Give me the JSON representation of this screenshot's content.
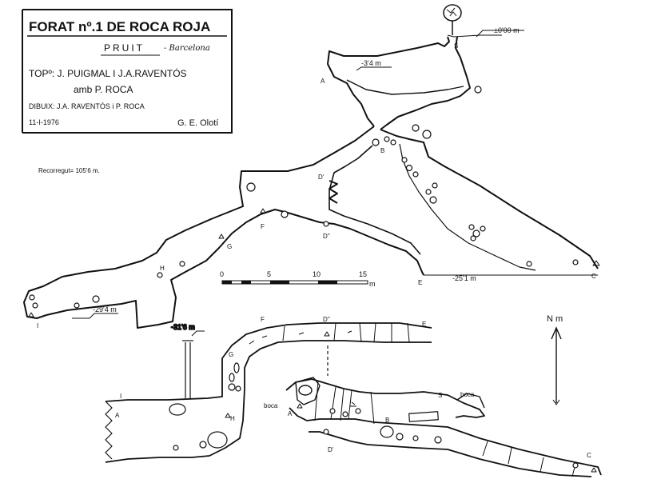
{
  "title_block": {
    "title": "FORAT nº.1 DE ROCA ROJA",
    "place": "PRUIT",
    "place_sub": "- Barcelona",
    "topo": "TOPº: J. PUIGMAL  I  J.A.RAVENTÓS",
    "topo2": "amb  P. ROCA",
    "dibuix": "DIBUIX: J.A. RAVENTÓS  i  P. ROCA",
    "date": "11-I-1976",
    "club": "G. E. Olotí"
  },
  "recorregut": "Recorregut= 105'6 m.",
  "elevation_labels": {
    "e0": "±0'00 m",
    "e1": "-3'4 m",
    "e2": "-25'1 m",
    "e3": "-29'4 m",
    "e4": "-31'6 m"
  },
  "stations_profile": {
    "S": "S",
    "A": "A",
    "B": "B",
    "C": "C",
    "D": "D'",
    "D2": "D''",
    "E": "E",
    "F": "F",
    "G": "G",
    "H": "H",
    "I": "I"
  },
  "stations_plan": {
    "I": "I",
    "A": "A",
    "H": "H",
    "G": "G",
    "F": "F",
    "D2": "D''",
    "E": "E",
    "A2": "A",
    "B": "B",
    "D": "D'",
    "S": "S",
    "C": "C",
    "boca1": "boca",
    "boca2": "boca"
  },
  "scale": {
    "ticks": [
      "0",
      "5",
      "10",
      "15"
    ],
    "unit": "m"
  },
  "north": "N m",
  "colors": {
    "ink": "#111111",
    "paper": "#ffffff"
  }
}
